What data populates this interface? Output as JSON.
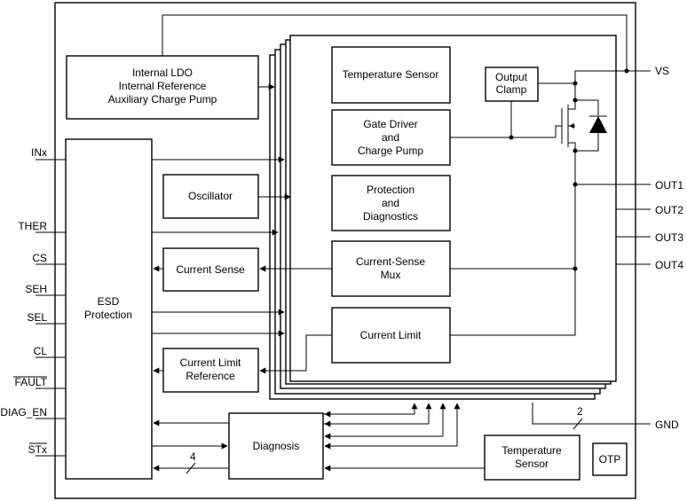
{
  "blocks": {
    "ldo": [
      "Internal LDO",
      "Internal Reference",
      "Auxiliary Charge Pump"
    ],
    "esd": [
      "ESD",
      "Protection"
    ],
    "oscillator": [
      "Oscillator"
    ],
    "current_sense": [
      "Current Sense"
    ],
    "current_limit_reference": [
      "Current Limit",
      "Reference"
    ],
    "diagnosis": [
      "Diagnosis"
    ],
    "temp_sensor_bottom": [
      "Temperature",
      "Sensor"
    ],
    "otp": [
      "OTP"
    ],
    "temp_sensor_top": [
      "Temperature Sensor"
    ],
    "gate_driver": [
      "Gate Driver",
      "and",
      "Charge Pump"
    ],
    "protection": [
      "Protection",
      "and",
      "Diagnostics"
    ],
    "cs_mux": [
      "Current-Sense",
      "Mux"
    ],
    "current_limit": [
      "Current Limit"
    ],
    "output_clamp": [
      "Output",
      "Clamp"
    ]
  },
  "pins_left": {
    "inx": "INx",
    "ther": "THER",
    "cs": "CS",
    "seh": "SEH",
    "sel": "SEL",
    "cl": "CL",
    "fault": "FAULT",
    "diag_en": "DIAG_EN",
    "stx": "STx"
  },
  "pins_right": {
    "vs": "VS",
    "out1": "OUT1",
    "out2": "OUT2",
    "out3": "OUT3",
    "out4": "OUT4",
    "gnd": "GND"
  },
  "bus_widths": {
    "gnd": "2",
    "stx": "4"
  }
}
